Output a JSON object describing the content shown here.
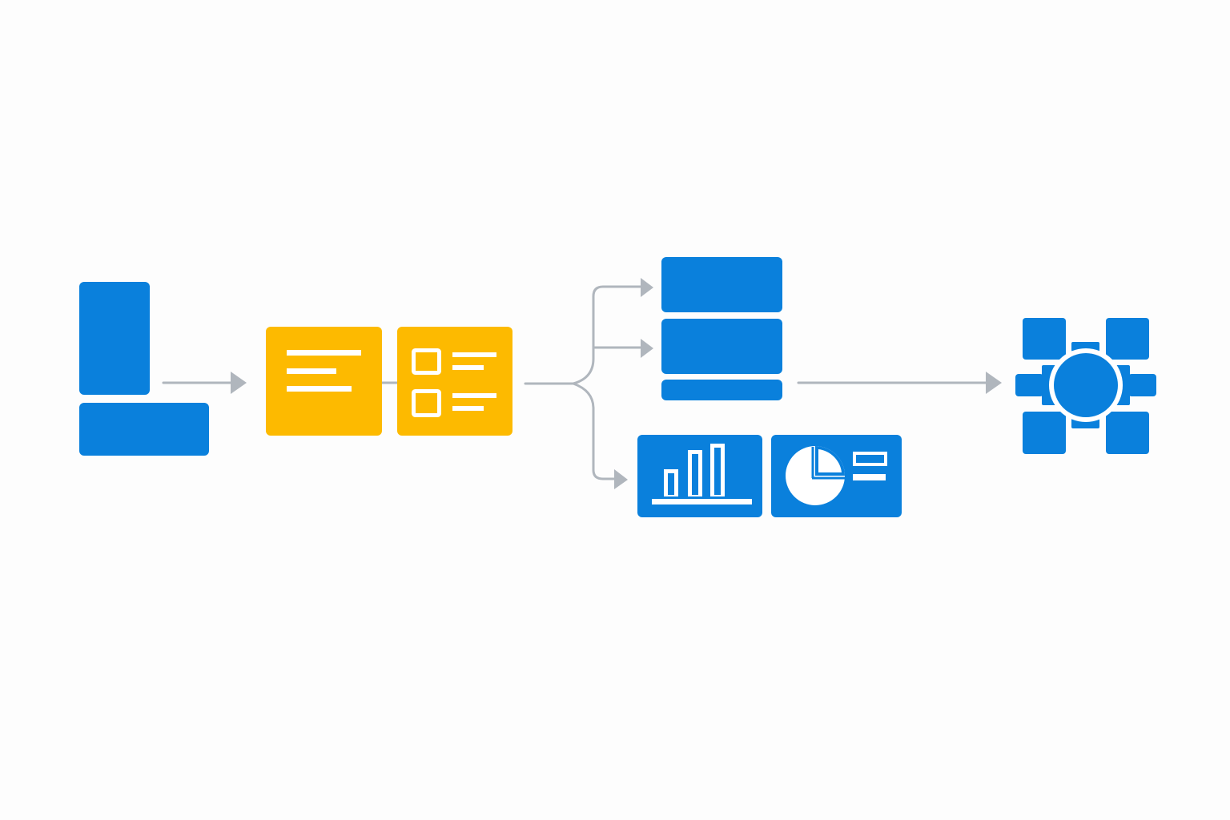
{
  "diagram": {
    "title": "",
    "colors": {
      "primary_blue": "#0a80dc",
      "accent_yellow": "#fdba00",
      "connector_gray": "#b0b6bd",
      "icon_white": "#ffffff",
      "background": "#fdfdfd"
    },
    "nodes": [
      {
        "id": "source",
        "icon": "source-blocks-icon",
        "color": "primary_blue"
      },
      {
        "id": "processing-text",
        "icon": "text-lines-icon",
        "color": "accent_yellow"
      },
      {
        "id": "processing-checklist",
        "icon": "checklist-icon",
        "color": "accent_yellow"
      },
      {
        "id": "storage-top",
        "icon": "storage-block-icon",
        "color": "primary_blue"
      },
      {
        "id": "storage-middle",
        "icon": "storage-block-icon",
        "color": "primary_blue"
      },
      {
        "id": "storage-bottom",
        "icon": "storage-bar-icon",
        "color": "primary_blue"
      },
      {
        "id": "bar-chart",
        "icon": "bar-chart-icon",
        "color": "primary_blue"
      },
      {
        "id": "pie-chart",
        "icon": "pie-chart-icon",
        "color": "primary_blue"
      },
      {
        "id": "hub",
        "icon": "hub-network-icon",
        "color": "primary_blue"
      }
    ],
    "connectors": [
      {
        "from": "source",
        "to": "processing-text"
      },
      {
        "from": "processing-text",
        "to": "processing-checklist"
      },
      {
        "from": "processing-checklist",
        "to": "storage-top"
      },
      {
        "from": "processing-checklist",
        "to": "storage-middle"
      },
      {
        "from": "processing-checklist",
        "to": "bar-chart"
      },
      {
        "from": "storage-middle",
        "to": "hub"
      }
    ]
  }
}
